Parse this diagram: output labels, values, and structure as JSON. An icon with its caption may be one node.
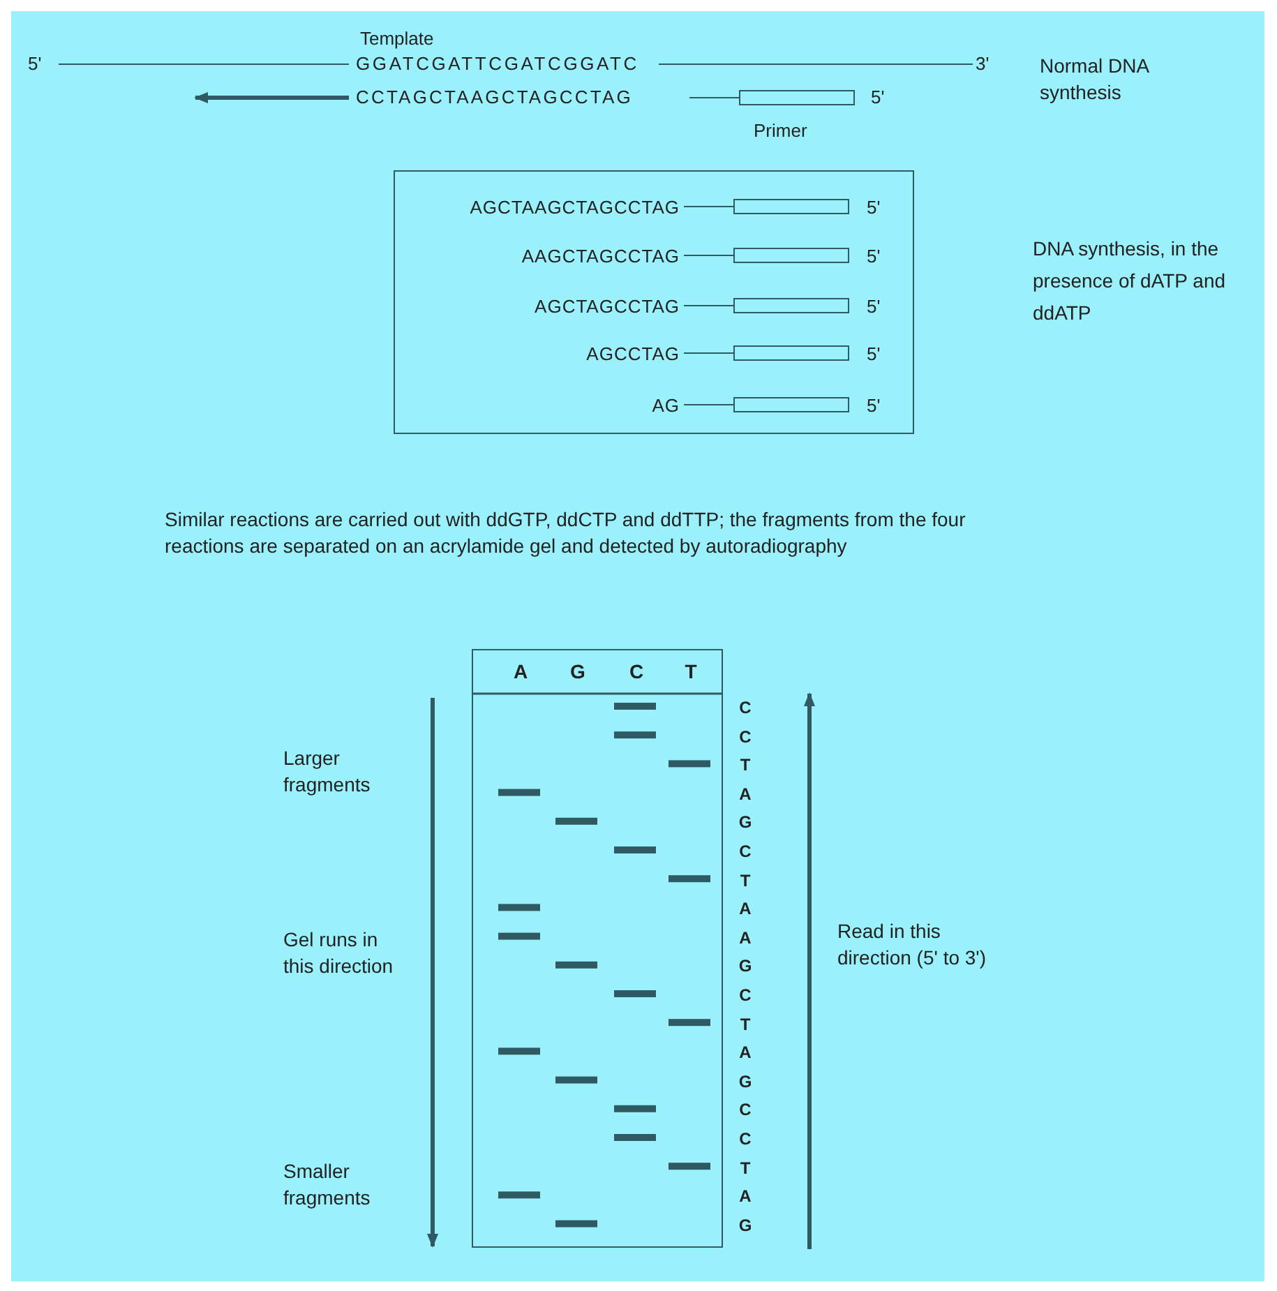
{
  "diagram": {
    "nodes": [
      {
        "text": [
          "AGCTAAGCTAGCCTAG",
          "5'",
          "AAGCTAGCCTAG",
          "5'",
          "AGCTAGCCTAG",
          "5'",
          "AGCCTAG",
          "5'",
          "AG",
          "5'"
        ]
      },
      {
        "text": [
          "A",
          "G",
          "C",
          "T"
        ]
      }
    ],
    "labels": [
      "Template",
      "5'",
      "GGATCGATTCGATCGGATC",
      "3'",
      "Normal DNA synthesis",
      "CCTAGCTAAGCTAGCCTAG",
      "5'",
      "Primer",
      "DNA synthesis, in the presence of dATP and ddATP",
      "Similar reactions are carried out with ddGTP, ddCTP and ddTTP; the fragments from the four reactions are separated on an acrylamide gel and detected by autoradiography",
      "Larger fragments",
      "Gel runs in this direction",
      "Smaller fragments",
      "Read in this direction (5' to 3')",
      "C",
      "C",
      "T",
      "A",
      "G",
      "C",
      "T",
      "A",
      "A",
      "G",
      "C",
      "T",
      "A",
      "G",
      "C",
      "C",
      "T",
      "A",
      "G"
    ]
  }
}
